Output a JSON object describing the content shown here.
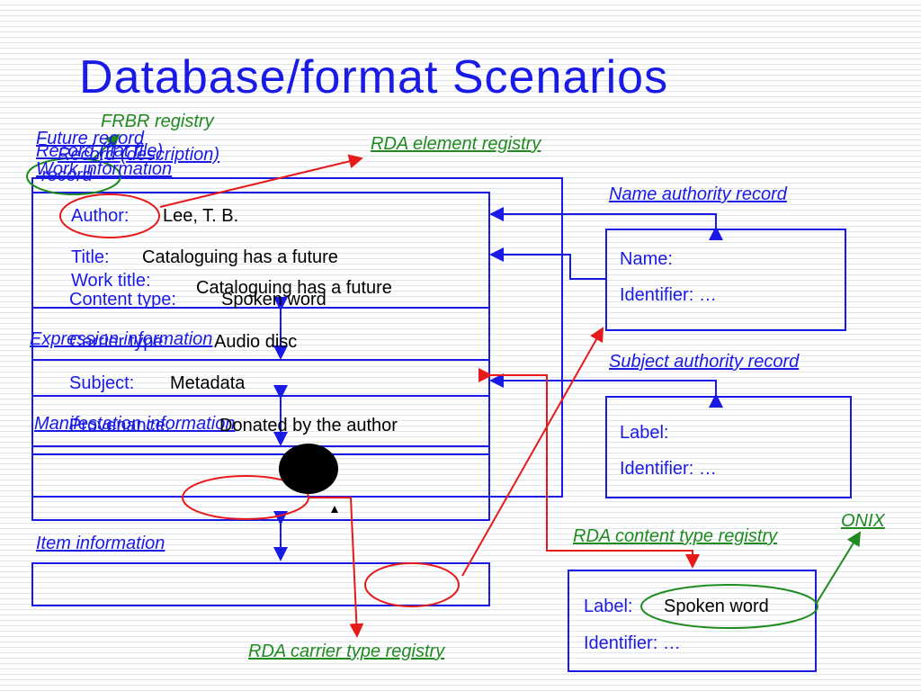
{
  "title": "Database/format Scenarios",
  "registries": {
    "frbr": "FRBR registry",
    "rda_element": "RDA element registry",
    "rda_content_type": "RDA content type registry",
    "rda_carrier_type": "RDA carrier type registry",
    "onix": "ONIX"
  },
  "overlap_labels": {
    "future_record": "Future record",
    "record_format": "Record (flat file)",
    "record_description": "Record (description)",
    "work_information": "Work information",
    "record_word": "record"
  },
  "sections": {
    "expression": "Expression information",
    "manifestation": "Manifestation information",
    "item": "Item information"
  },
  "record_fields": [
    {
      "label": "Author:",
      "value": "Lee, T. B."
    },
    {
      "label": "Title:",
      "value": "Cataloguing has a future"
    },
    {
      "label": "Work title:",
      "value": "Cataloguing has a future"
    },
    {
      "label": "Content type:",
      "value": "Spoken word"
    },
    {
      "label": "Carrier type:",
      "value": "Audio disc"
    },
    {
      "label": "Subject:",
      "value": "Metadata"
    },
    {
      "label": "Provenance:",
      "value": "Donated by the author"
    }
  ],
  "name_authority": {
    "heading": "Name authority record",
    "name_label": "Name:",
    "identifier_label": "Identifier: …"
  },
  "subject_authority": {
    "heading": "Subject authority record",
    "label_label": "Label:",
    "identifier_label": "Identifier: …"
  },
  "content_type_box": {
    "label_label": "Label:",
    "label_value": "Spoken word",
    "identifier_label": "Identifier: …"
  },
  "colors": {
    "title_blue": "#1a1ae6",
    "registry_green": "#1f8b1f",
    "link_red": "#e61a1a",
    "box_blue": "#1a1ae6"
  }
}
